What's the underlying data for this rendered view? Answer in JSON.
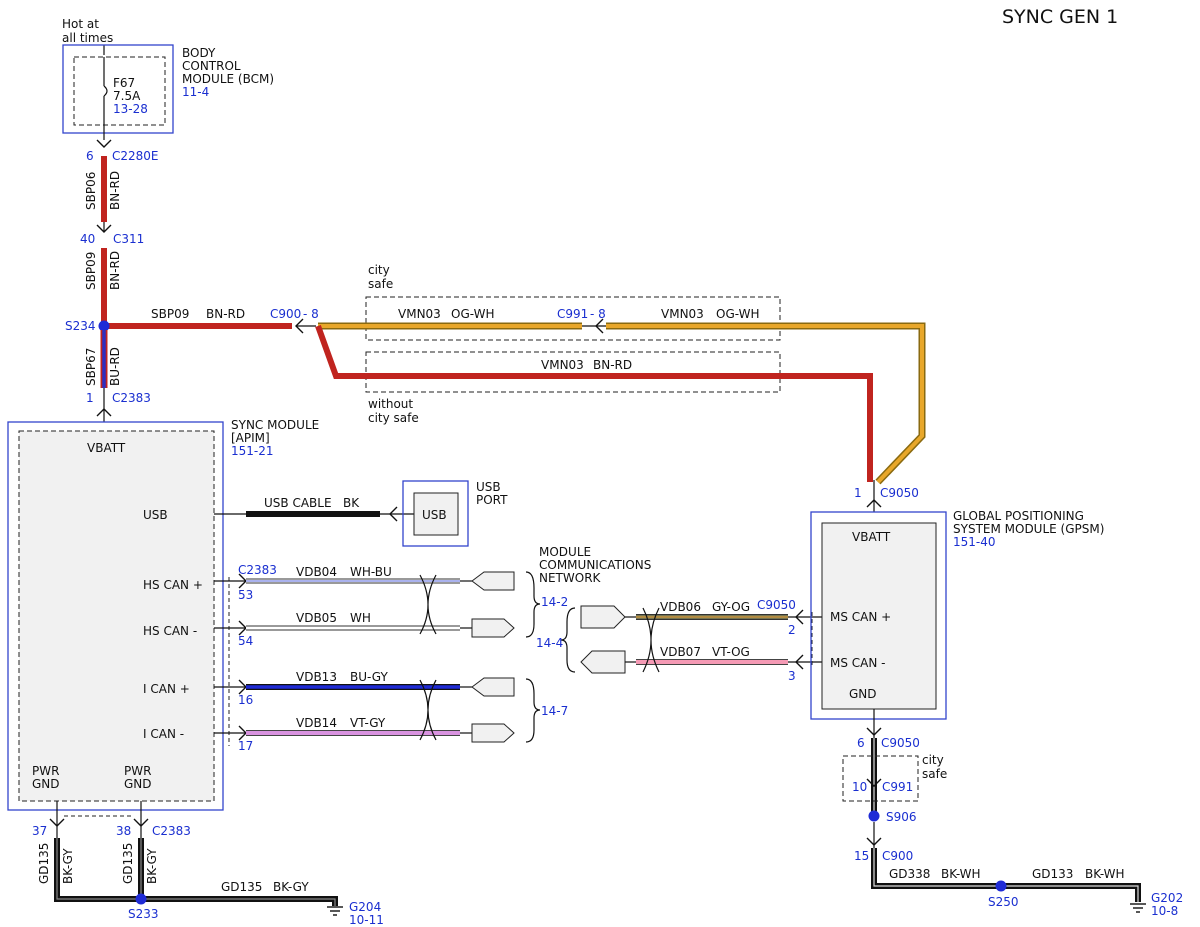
{
  "title": "SYNC GEN 1",
  "bcm": {
    "feed_note": [
      "Hot at",
      "all times"
    ],
    "name": [
      "BODY",
      "CONTROL",
      "MODULE (BCM)"
    ],
    "ref": "11-4",
    "fuse_name": "F67",
    "fuse_rating": "7.5A",
    "fuse_ref": "13-28"
  },
  "connectors": {
    "c2280e_pin": "6",
    "c2280e": "C2280E",
    "c311_pin": "40",
    "c311": "C311",
    "s234": "S234",
    "c2383_pin": "1",
    "c2383": "C2383",
    "c900_top": "C900",
    "c900_top_pin": "- 8",
    "c991_top": "C991",
    "c991_top_pin": "- 8",
    "c9050_top_pin": "1",
    "c9050_top": "C9050"
  },
  "wires": {
    "sbp06": "SBP06",
    "sbp06_color": "BN-RD",
    "sbp09_v": "SBP09",
    "sbp09_v_color": "BN-RD",
    "sbp09_h": "SBP09",
    "sbp09_h_color": "BN-RD",
    "sbp67": "SBP67",
    "sbp67_color": "BU-RD",
    "vmn03_a": "VMN03",
    "vmn03_a_color": "OG-WH",
    "vmn03_b": "VMN03",
    "vmn03_b_color": "OG-WH",
    "vmn03_c": "VMN03",
    "vmn03_c_color": "BN-RD"
  },
  "options": {
    "city_safe": [
      "city",
      "safe"
    ],
    "without_city_safe": [
      "without",
      "city safe"
    ]
  },
  "sync_module": {
    "name": [
      "SYNC MODULE",
      "[APIM]"
    ],
    "ref": "151-21",
    "vbatt": "VBATT",
    "usb": "USB",
    "hs_can_plus": "HS CAN +",
    "hs_can_minus": "HS CAN -",
    "i_can_plus": "I CAN +",
    "i_can_minus": "I CAN -",
    "pwr_gnd_1": [
      "PWR",
      "GND"
    ],
    "pwr_gnd_2": [
      "PWR",
      "GND"
    ]
  },
  "usb": {
    "cable": "USB CABLE",
    "cable_color": "BK",
    "port_box": "USB",
    "port_name": [
      "USB",
      "PORT"
    ]
  },
  "can": {
    "connector": "C2383",
    "vdb04": "VDB04",
    "vdb04_color": "WH-BU",
    "vdb04_pin": "53",
    "vdb05": "VDB05",
    "vdb05_color": "WH",
    "vdb05_pin": "54",
    "vdb13": "VDB13",
    "vdb13_color": "BU-GY",
    "vdb13_pin": "16",
    "vdb14": "VDB14",
    "vdb14_color": "VT-GY",
    "vdb14_pin": "17",
    "network": [
      "MODULE",
      "COMMUNICATIONS",
      "NETWORK"
    ],
    "ref_14_2": "14-2",
    "ref_14_4": "14-4",
    "ref_14_7": "14-7",
    "vdb06": "VDB06",
    "vdb06_color": "GY-OG",
    "vdb06_conn": "C9050",
    "vdb06_pin": "2",
    "vdb07": "VDB07",
    "vdb07_color": "VT-OG",
    "vdb07_pin": "3"
  },
  "gpsm": {
    "name": [
      "GLOBAL POSITIONING",
      "SYSTEM MODULE (GPSM)"
    ],
    "ref": "151-40",
    "vbatt": "VBATT",
    "ms_can_plus": "MS CAN +",
    "ms_can_minus": "MS CAN -",
    "gnd": "GND"
  },
  "ground_left": {
    "pin37": "37",
    "pin38": "38",
    "connector": "C2383",
    "gd135_a": "GD135",
    "gd135_a_color": "BK-GY",
    "gd135_b": "GD135",
    "gd135_b_color": "BK-GY",
    "gd135_h": "GD135",
    "gd135_h_color": "BK-GY",
    "splice": "S233",
    "ground": "G204",
    "ground_ref": "10-11"
  },
  "ground_right": {
    "pin6": "6",
    "c9050": "C9050",
    "city_safe": [
      "city",
      "safe"
    ],
    "pin10": "10",
    "c991": "C991",
    "s906": "S906",
    "pin15": "15",
    "c900": "C900",
    "gd338": "GD338",
    "gd338_color": "BK-WH",
    "gd133": "GD133",
    "gd133_color": "BK-WH",
    "s250": "S250",
    "ground": "G202",
    "ground_ref": "10-8"
  },
  "colors": {
    "bn_rd": "#c0241f",
    "bu_rd": "#2f2fbf",
    "og_wh": "#e8a72a",
    "bu_gy": "#1f2bd6",
    "vt_gy": "#d993e0",
    "gy_og": "#8a8a5a",
    "vt_og": "#f59ab5",
    "ink_blue": "#1a2fd0"
  }
}
